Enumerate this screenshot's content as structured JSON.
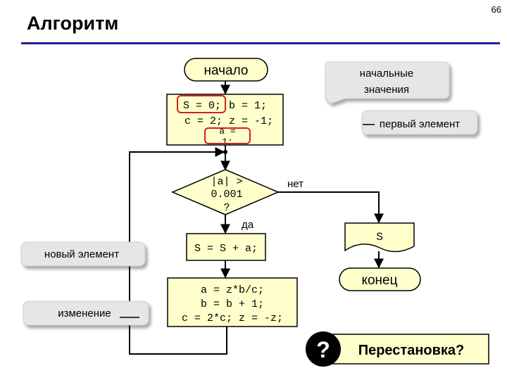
{
  "page": {
    "title": "Алгоритм",
    "number": "66"
  },
  "flowchart": {
    "start": "начало",
    "init_line1_s": "S = 0;",
    "init_line1_b": "b = 1;",
    "init_line2": "c = 2; z = -1;",
    "init_a_line1": "a =",
    "init_a_line2": "1;",
    "condition_line1": "|a| >",
    "condition_line2": "0.001",
    "condition_line3": "?",
    "yes_label": "да",
    "no_label": "нет",
    "sum_step": "S = S + a;",
    "update_line1": "a = z*b/c;",
    "update_line2": "b = b + 1;",
    "update_line3": "c = 2*c; z = -z;",
    "output": "S",
    "end": "конец"
  },
  "callouts": {
    "initial_values": "начальные значения",
    "initial_values_line1": "начальные",
    "initial_values_line2": "значения",
    "first_element": "первый элемент",
    "new_element": "новый элемент",
    "change": "изменение"
  },
  "question_button": {
    "icon": "?",
    "label": "Перестановка?"
  },
  "colors": {
    "block_fill": "#ffffcc",
    "title_rule": "#1f1f9e",
    "highlight_border": "#cc2222",
    "callout_fill": "#e6e6e6",
    "question_icon_bg": "#000000"
  }
}
